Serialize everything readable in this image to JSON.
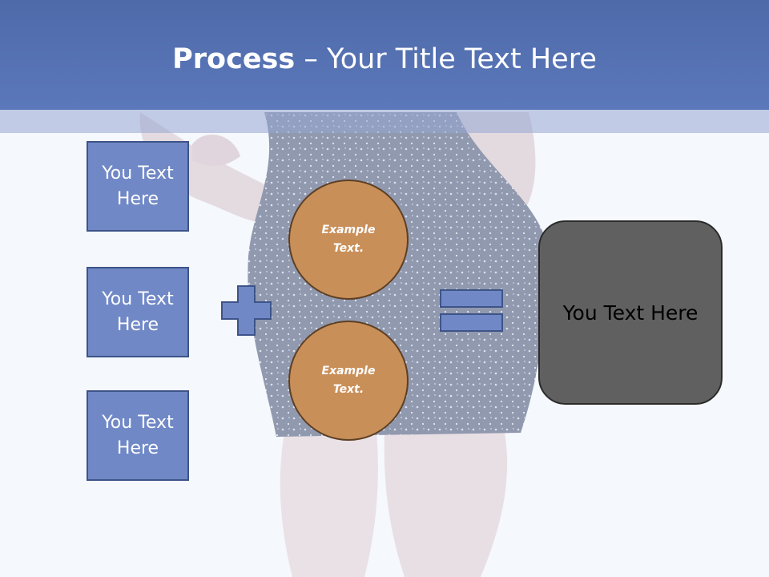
{
  "slide": {
    "title_bold": "Process",
    "title_rest": " – Your Title Text Here"
  },
  "left_boxes": [
    {
      "label": "You Text Here"
    },
    {
      "label": "You Text Here"
    },
    {
      "label": "You Text Here"
    }
  ],
  "circles": [
    {
      "label": "Example Text."
    },
    {
      "label": "Example Text."
    }
  ],
  "result": {
    "label": "You Text Here"
  },
  "symbols": {
    "plus": "plus-icon",
    "equals": "equals-icon"
  },
  "colors": {
    "header": "#5b78bb",
    "box_fill": "#7088c6",
    "circle_fill": "#c98f59",
    "result_fill": "#606060"
  }
}
